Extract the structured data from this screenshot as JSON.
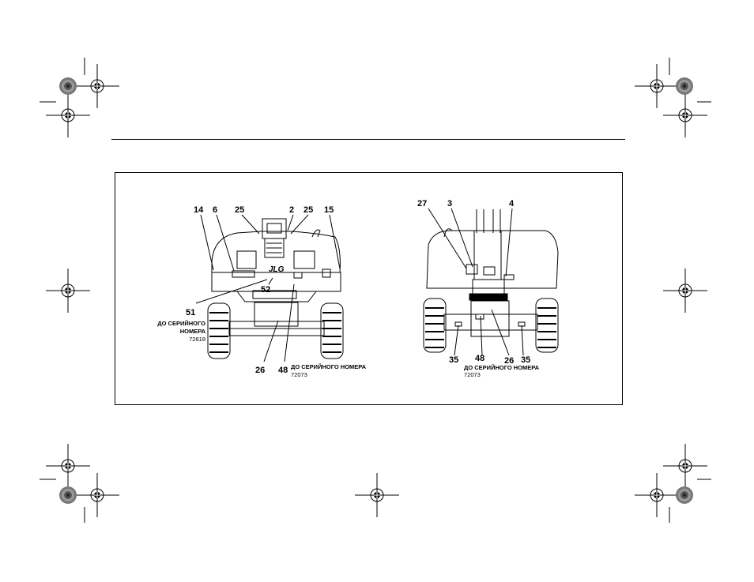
{
  "callouts_left": {
    "c14": "14",
    "c6": "6",
    "c25a": "25",
    "c2": "2",
    "c25b": "25",
    "c15": "15",
    "c52": "52",
    "c51": "51",
    "c26": "26",
    "c48": "48"
  },
  "callouts_right": {
    "c27": "27",
    "c3": "3",
    "c4": "4",
    "c35a": "35",
    "c48": "48",
    "c26": "26",
    "c35b": "35"
  },
  "notes": {
    "left_serial_line1": "ДО СЕРИЙНОГО",
    "left_serial_line2": "НОМЕРА",
    "left_serial_number": "72618",
    "left_bottom_serial": "ДО СЕРИЙНОГО НОМЕРА",
    "left_bottom_number": "72073",
    "right_bottom_serial": "ДО СЕРИЙНОГО НОМЕРА",
    "right_bottom_number": "72073"
  },
  "logo_text": "JLG",
  "icons": [
    "registration-mark-icon",
    "color-target-icon"
  ]
}
